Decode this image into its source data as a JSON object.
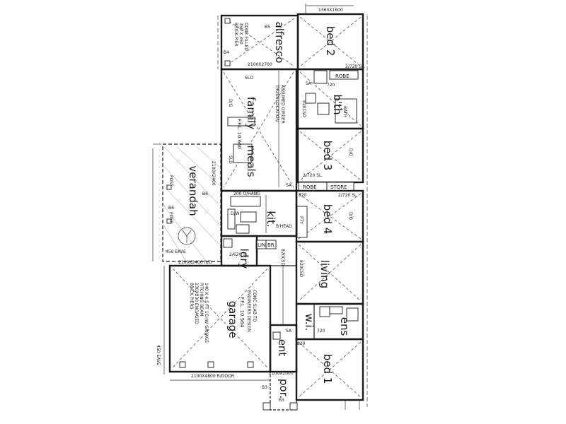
{
  "rooms": {
    "alfresco": "alfresco",
    "bed2": "bed 2",
    "family": "family",
    "meals": "meals",
    "bath": "b'th",
    "bed3": "bed 3",
    "verandah": "verandah",
    "kit": "kit.",
    "bed4": "bed 4",
    "ldry": "ldry",
    "living": "living",
    "garage": "garage",
    "wi": "w.i.",
    "ens": "ens",
    "ent": "ent",
    "bed1": "bed 1",
    "por": "por."
  },
  "labels": {
    "robe_top": "ROBE",
    "robe_mid": "ROBE",
    "store": "STORE",
    "lin": "LIN.",
    "br": "BR.",
    "pty": "PTY",
    "bath_fixture": "BATH",
    "sl_2720_a": "2/720 SL.",
    "sl_2720_b": "2/720 SL.",
    "sl_2720_c": "2/720 SL.",
    "sl_2620": "2/620 SL.",
    "dim_2100x2700": "2100X2700",
    "dim_2100x2400": "2100X2400 R/D",
    "dim_2100x4800": "2100X4800 R/DOOR",
    "dim_2100x2000": "2100X2000",
    "dim_2100x2400_side": "2100X2400",
    "ffl_top": "F.F.L. 10.660",
    "ffl_garage": "F.F.L. 10.564",
    "ohang": "200 O/HANG",
    "eave_450": "450 EAVE",
    "eave_450b": "450 EAVE",
    "bhead": "B'HEAD",
    "girder_1": "ASSUMED GIRDER",
    "girder_2": "TRUSS LOCATION",
    "conc_1": "CONC SLAB TO",
    "conc_2": "ENGINEERS DESIGN",
    "pier_1": "CONC FILLED",
    "pier_2": "350 X 350",
    "pier_3": "BRICK PIER",
    "garage_note_1": "140 X 4.5 FT 1CHW GARAGE",
    "garage_note_2": "PITCHING BEAM",
    "garage_note_3": "230X230 ENGAGED",
    "garage_note_4": "BRICK PIERS",
    "door_820": "820",
    "door_720": "720",
    "door_820csd": "820CSD",
    "sa": "SA",
    "dw": "D/W",
    "post": "POST",
    "dg": "D/G",
    "sld": "SLD",
    "b5": "B5",
    "b4": "B4",
    "b6": "B6",
    "b3": "B3",
    "tile": "1360X1600"
  }
}
